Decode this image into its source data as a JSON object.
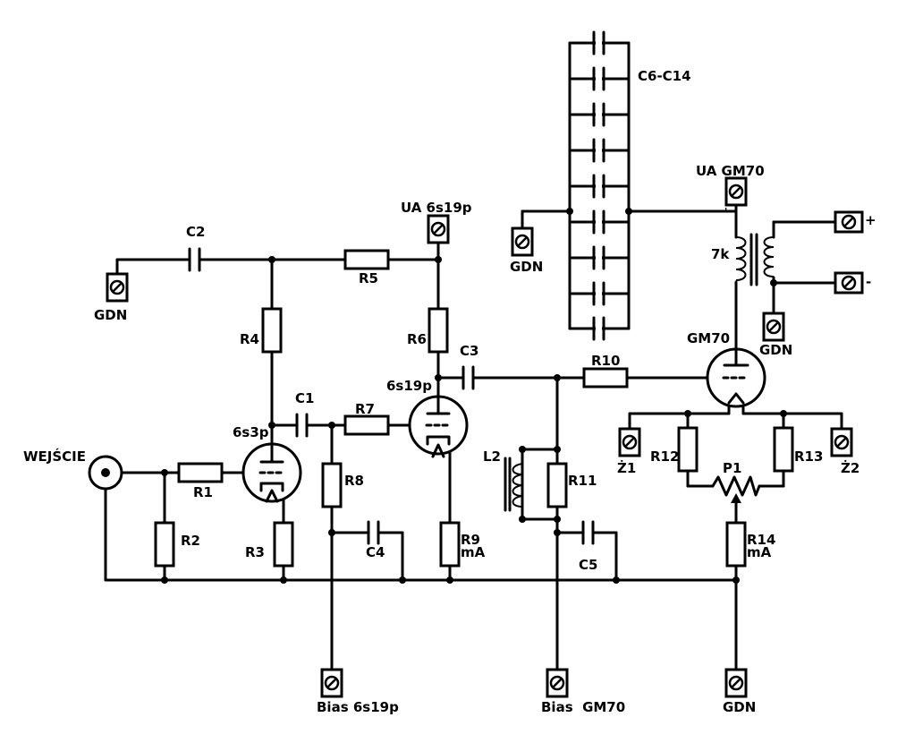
{
  "labels": {
    "C2": "C2",
    "C1": "C1",
    "C3": "C3",
    "C4": "C4",
    "C5": "C5",
    "C6C14": "C6-C14",
    "R1": "R1",
    "R2": "R2",
    "R3": "R3",
    "R4": "R4",
    "R5": "R5",
    "R6": "R6",
    "R7": "R7",
    "R8": "R8",
    "R9": "R9",
    "R9b": "mA",
    "R10": "R10",
    "R11": "R11",
    "R12": "R12",
    "R13": "R13",
    "R14": "R14",
    "R14b": "mA",
    "P1": "P1",
    "L2": "L2",
    "k7": "7k",
    "tube_6s3p": "6s3p",
    "tube_6s19p": "6s19p",
    "tube_gm70": "GM70",
    "input": "WEJŚCIE",
    "gdn_left": "GDN",
    "gdn_center": "GDN",
    "gdn_right": "GDN",
    "gdn_bottom": "GDN",
    "ua_6s19p": "UA 6s19p",
    "ua_gm70": "UA GM70",
    "bias_6s19p": "Bias 6s19p",
    "bias_gm70": "Bias  GM70",
    "z1": "Ż1",
    "z2": "Ż2",
    "out_plus": "+",
    "out_minus": "-"
  }
}
